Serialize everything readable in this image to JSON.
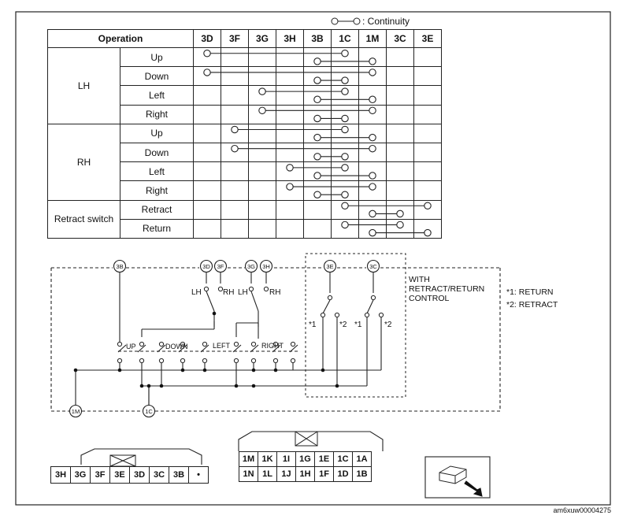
{
  "legend": {
    "label": ": Continuity"
  },
  "table": {
    "header_operation": "Operation",
    "pins": [
      "3D",
      "3F",
      "3G",
      "3H",
      "3B",
      "1C",
      "1M",
      "3C",
      "3E"
    ],
    "groups": [
      {
        "name": "LH",
        "rows": [
          {
            "op": "Up",
            "pairs": [
              [
                "3D",
                "1C"
              ],
              [
                "3B",
                "1M"
              ]
            ]
          },
          {
            "op": "Down",
            "pairs": [
              [
                "3D",
                "1M"
              ],
              [
                "3B",
                "1C"
              ]
            ]
          },
          {
            "op": "Left",
            "pairs": [
              [
                "3G",
                "1C"
              ],
              [
                "3B",
                "1M"
              ]
            ]
          },
          {
            "op": "Right",
            "pairs": [
              [
                "3G",
                "1M"
              ],
              [
                "3B",
                "1C"
              ]
            ]
          }
        ]
      },
      {
        "name": "RH",
        "rows": [
          {
            "op": "Up",
            "pairs": [
              [
                "3F",
                "1C"
              ],
              [
                "3B",
                "1M"
              ]
            ]
          },
          {
            "op": "Down",
            "pairs": [
              [
                "3F",
                "1M"
              ],
              [
                "3B",
                "1C"
              ]
            ]
          },
          {
            "op": "Left",
            "pairs": [
              [
                "3H",
                "1C"
              ],
              [
                "3B",
                "1M"
              ]
            ]
          },
          {
            "op": "Right",
            "pairs": [
              [
                "3H",
                "1M"
              ],
              [
                "3B",
                "1C"
              ]
            ]
          }
        ]
      },
      {
        "name": "Retract switch",
        "rows": [
          {
            "op": "Retract",
            "pairs": [
              [
                "1C",
                "3E"
              ],
              [
                "1M",
                "3C"
              ]
            ]
          },
          {
            "op": "Return",
            "pairs": [
              [
                "1C",
                "3C"
              ],
              [
                "1M",
                "3E"
              ]
            ]
          }
        ]
      }
    ]
  },
  "schematic": {
    "terminals": [
      "3B",
      "3D",
      "3F",
      "3G",
      "3H",
      "3E",
      "3C",
      "1M",
      "1C"
    ],
    "labels": {
      "lh1": "LH",
      "rh1": "RH",
      "lh2": "LH",
      "rh2": "RH",
      "up": "UP",
      "down": "DOWN",
      "left": "LEFT",
      "right": "RIGHT",
      "n1a": "*1",
      "n2a": "*2",
      "n1b": "*1",
      "n2b": "*2"
    },
    "with_control": "WITH\nRETRACT/RETURN\nCONTROL",
    "notes": [
      "*1: RETURN",
      "*2: RETRACT"
    ]
  },
  "connector_a": [
    "3H",
    "3G",
    "3F",
    "3E",
    "3D",
    "3C",
    "3B",
    "•"
  ],
  "connector_b": {
    "row1": [
      "1M",
      "1K",
      "1I",
      "1G",
      "1E",
      "1C",
      "1A"
    ],
    "row2": [
      "1N",
      "1L",
      "1J",
      "1H",
      "1F",
      "1D",
      "1B"
    ]
  },
  "figure_id": "am6xuw00004275"
}
